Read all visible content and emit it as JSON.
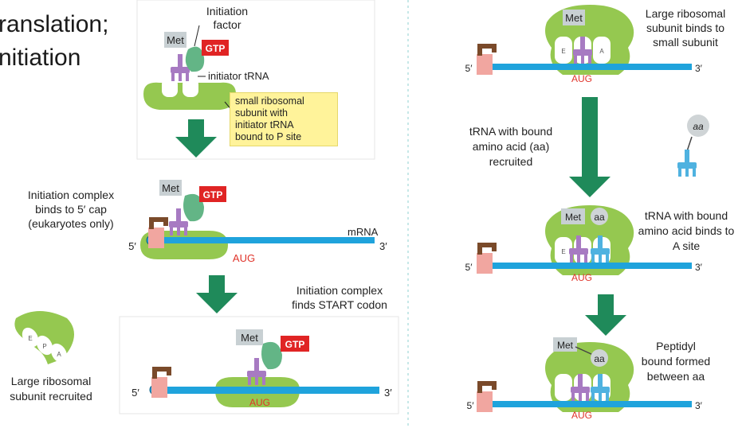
{
  "title": {
    "line1": "ranslation;",
    "line2": "nitiation"
  },
  "labels": {
    "met": "Met",
    "gtp": "GTP",
    "aug": "AUG",
    "five_prime": "5′",
    "three_prime": "3′",
    "mrna": "mRNA",
    "aa": "aa",
    "site_e": "E",
    "site_p": "P",
    "site_a": "A"
  },
  "left": {
    "step1": {
      "initiation_factor_line1": "Initiation",
      "initiation_factor_line2": "factor",
      "initiator_trna": "initiator tRNA",
      "note_line1": "small ribosomal",
      "note_line2": "subunit with",
      "note_line3": "initiator tRNA",
      "note_line4": "bound to P site"
    },
    "step2": {
      "line1": "Initiation complex",
      "line2": "binds to 5′ cap",
      "line3": "(eukaryotes only)"
    },
    "step3": {
      "line1": "Initiation complex",
      "line2": "finds START codon"
    },
    "large_subunit": {
      "line1": "Large ribosomal",
      "line2": "subunit recruited"
    }
  },
  "right": {
    "step1": {
      "line1": "Large ribosomal",
      "line2": "subunit binds to",
      "line3": "small subunit"
    },
    "step2": {
      "line1": "tRNA with bound",
      "line2": "amino acid (aa)",
      "line3": "recruited"
    },
    "step3": {
      "line1": "tRNA with bound",
      "line2": "amino acid binds to",
      "line3": "A site"
    },
    "step4": {
      "line1": "Peptidyl",
      "line2": "bound formed",
      "line3": "between aa"
    }
  },
  "colors": {
    "mrna": "#1fa3dc",
    "ribosome": "#95c850",
    "arrow": "#1f8a5a",
    "gtp": "#e02424",
    "trna_initiator": "#a77ac2",
    "trna_aa": "#4fb2e0",
    "factor": "#63b586",
    "cap": "#7a4a2a",
    "cap_box": "#f1a6a0",
    "aug": "#e0342b",
    "note": "#fff39a"
  }
}
